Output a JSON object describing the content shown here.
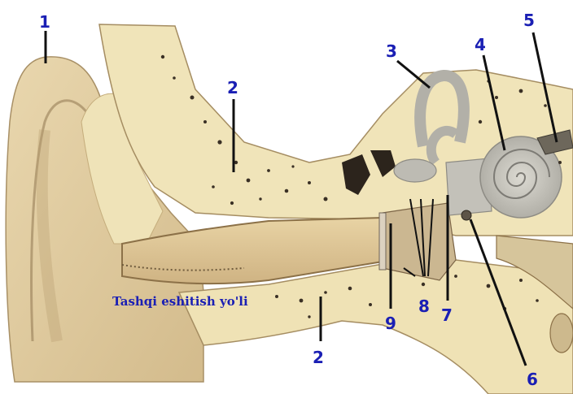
{
  "colors": {
    "label_blue": "#1a1fb4",
    "leader_line": "#111111",
    "skin": "#e3cfa4",
    "bone": "#f2e6bd",
    "bone_pore": "#3a3025",
    "inner_ear": "#c9c7bf",
    "canal_skin": "#d9c092"
  },
  "labels": {
    "n1": "1",
    "n2_top": "2",
    "n2_bottom": "2",
    "n3": "3",
    "n4": "4",
    "n5": "5",
    "n6": "6",
    "n7": "7",
    "n8": "8",
    "n9": "9"
  },
  "canal_caption": "Tashqi eshitish yo'li"
}
